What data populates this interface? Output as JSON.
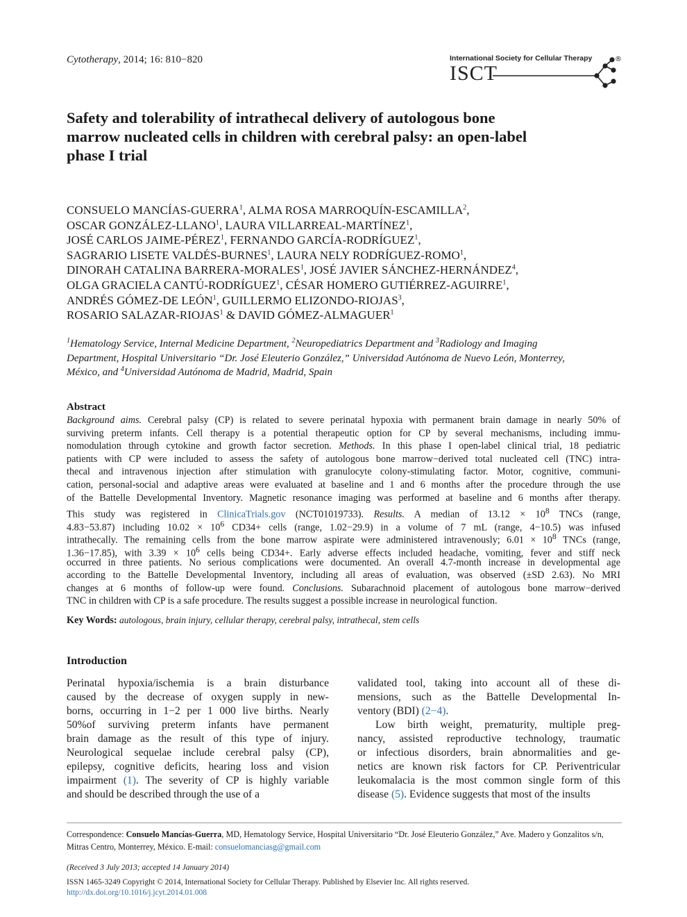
{
  "header": {
    "journal_name": "Cytotherapy",
    "journal_citation": ", 2014; 16: 810−820",
    "logo_top_text": "International Society for Cellular Therapy",
    "logo_abbrev": "ISCT",
    "logo_mark": "®"
  },
  "title_lines": [
    "Safety and tolerability of intrathecal delivery of autologous bone",
    "marrow nucleated cells in children with cerebral palsy: an open-label",
    "phase I trial"
  ],
  "author_lines": [
    [
      {
        "t": "CONSUELO MANCÍAS-GUERRA",
        "s": "1"
      },
      {
        "t": ", ALMA ROSA MARROQUÍN-ESCAMILLA",
        "s": "2"
      },
      {
        "t": ",",
        "s": ""
      }
    ],
    [
      {
        "t": "OSCAR GONZÁLEZ-LLANO",
        "s": "1"
      },
      {
        "t": ", LAURA VILLARREAL-MARTÍNEZ",
        "s": "1"
      },
      {
        "t": ",",
        "s": ""
      }
    ],
    [
      {
        "t": "JOSÉ CARLOS JAIME-PÉREZ",
        "s": "1"
      },
      {
        "t": ", FERNANDO GARCÍA-RODRÍGUEZ",
        "s": "1"
      },
      {
        "t": ",",
        "s": ""
      }
    ],
    [
      {
        "t": "SAGRARIO LISETE VALDÉS-BURNES",
        "s": "1"
      },
      {
        "t": ", LAURA NELY RODRÍGUEZ-ROMO",
        "s": "1"
      },
      {
        "t": ",",
        "s": ""
      }
    ],
    [
      {
        "t": "DINORAH CATALINA BARRERA-MORALES",
        "s": "1"
      },
      {
        "t": ", JOSÉ JAVIER SÁNCHEZ-HERNÁNDEZ",
        "s": "4"
      },
      {
        "t": ",",
        "s": ""
      }
    ],
    [
      {
        "t": "OLGA GRACIELA CANTÚ-RODRÍGUEZ",
        "s": "1"
      },
      {
        "t": ", CÉSAR HOMERO GUTIÉRREZ-AGUIRRE",
        "s": "1"
      },
      {
        "t": ",",
        "s": ""
      }
    ],
    [
      {
        "t": "ANDRÉS GÓMEZ-DE LEÓN",
        "s": "1"
      },
      {
        "t": ", GUILLERMO ELIZONDO-RIOJAS",
        "s": "3"
      },
      {
        "t": ",",
        "s": ""
      }
    ],
    [
      {
        "t": "ROSARIO SALAZAR-RIOJAS",
        "s": "1"
      },
      {
        "t": " & DAVID GÓMEZ-ALMAGUER",
        "s": "1"
      }
    ]
  ],
  "affiliation_lines": [
    [
      {
        "s": "1",
        "t": "Hematology Service, Internal Medicine Department, "
      },
      {
        "s": "2",
        "t": "Neuropediatrics Department and "
      },
      {
        "s": "3",
        "t": "Radiology and Imaging"
      }
    ],
    [
      {
        "s": "",
        "t": "Department, Hospital Universitario “Dr. José Eleuterio González,” Universidad Autónoma de Nuevo León, Monterrey,"
      }
    ],
    [
      {
        "s": "",
        "t": "México, and "
      },
      {
        "s": "4",
        "t": "Universidad Autónoma de Madrid, Madrid, Spain"
      }
    ]
  ],
  "abstract_heading": "Abstract",
  "abstract_lines": [
    [
      {
        "k": "i",
        "t": "Background aims."
      },
      {
        "k": "n",
        "t": " Cerebral palsy (CP) is related to severe perinatal hypoxia with permanent brain damage in nearly 50% of"
      }
    ],
    [
      {
        "k": "n",
        "t": "surviving preterm infants. Cell therapy is a potential therapeutic option for CP by several mechanisms, including immu-"
      }
    ],
    [
      {
        "k": "n",
        "t": "nomodulation through cytokine and growth factor secretion. "
      },
      {
        "k": "i",
        "t": "Methods."
      },
      {
        "k": "n",
        "t": " In this phase I open-label clinical trial, 18 pediatric"
      }
    ],
    [
      {
        "k": "n",
        "t": "patients with CP were included to assess the safety of autologous bone marrow−derived total nucleated cell (TNC) intra-"
      }
    ],
    [
      {
        "k": "n",
        "t": "thecal and intravenous injection after stimulation with granulocyte colony-stimulating factor. Motor, cognitive, communi-"
      }
    ],
    [
      {
        "k": "n",
        "t": "cation, personal-social and adaptive areas were evaluated at baseline and 1 and 6 months after the procedure through the use"
      }
    ],
    [
      {
        "k": "n",
        "t": "of the Battelle Developmental Inventory. Magnetic resonance imaging was performed at baseline and 6 months after therapy."
      }
    ],
    [
      {
        "k": "n",
        "t": "This study was registered in "
      },
      {
        "k": "a",
        "t": "ClinicaTrials.gov"
      },
      {
        "k": "n",
        "t": " (NCT01019733). "
      },
      {
        "k": "i",
        "t": "Results."
      },
      {
        "k": "n",
        "t": " A median of 13.12 × 10"
      },
      {
        "k": "s",
        "t": "8"
      },
      {
        "k": "n",
        "t": " TNCs (range,"
      }
    ],
    [
      {
        "k": "n",
        "t": "4.83−53.87) including 10.02 × 10"
      },
      {
        "k": "s",
        "t": "6"
      },
      {
        "k": "n",
        "t": " CD34+ cells (range, 1.02−29.9) in a volume of 7 mL (range, 4−10.5) was infused"
      }
    ],
    [
      {
        "k": "n",
        "t": "intrathecally. The remaining cells from the bone marrow aspirate were administered intravenously; 6.01 × 10"
      },
      {
        "k": "s",
        "t": "8"
      },
      {
        "k": "n",
        "t": " TNCs (range,"
      }
    ],
    [
      {
        "k": "n",
        "t": "1.36−17.85), with 3.39 × 10"
      },
      {
        "k": "s",
        "t": "6"
      },
      {
        "k": "n",
        "t": " cells being CD34+. Early adverse effects included headache, vomiting, fever and stiff neck"
      }
    ],
    [
      {
        "k": "n",
        "t": "occurred in three patients. No serious complications were documented. An overall 4.7-month increase in developmental age"
      }
    ],
    [
      {
        "k": "n",
        "t": "according to the Battelle Developmental Inventory, including all areas of evaluation, was observed (±SD 2.63). No MRI"
      }
    ],
    [
      {
        "k": "n",
        "t": "changes at 6 months of follow-up were found. "
      },
      {
        "k": "i",
        "t": "Conclusions."
      },
      {
        "k": "n",
        "t": " Subarachnoid placement of autologous bone marrow−derived"
      }
    ],
    [
      {
        "k": "n",
        "t": "TNC in children with CP is a safe procedure. The results suggest a possible increase in neurological function."
      }
    ]
  ],
  "keywords": {
    "label": "Key Words:",
    "terms": " autologous, brain injury, cellular therapy, cerebral palsy, intrathecal, stem cells"
  },
  "intro_heading": "Introduction",
  "col1_lines": [
    [
      {
        "k": "n",
        "t": "Perinatal hypoxia/ischemia is a brain disturbance"
      }
    ],
    [
      {
        "k": "n",
        "t": "caused by the decrease of oxygen supply in new-"
      }
    ],
    [
      {
        "k": "n",
        "t": "borns, occurring in 1−2 per 1 000 live births. Nearly"
      }
    ],
    [
      {
        "k": "n",
        "t": "50%of surviving preterm infants have permanent"
      }
    ],
    [
      {
        "k": "n",
        "t": "brain damage as the result of this type of injury."
      }
    ],
    [
      {
        "k": "n",
        "t": "Neurological sequelae include cerebral palsy (CP),"
      }
    ],
    [
      {
        "k": "n",
        "t": "epilepsy, cognitive deficits, hearing loss and vision"
      }
    ],
    [
      {
        "k": "n",
        "t": "impairment "
      },
      {
        "k": "a",
        "t": "(1)"
      },
      {
        "k": "n",
        "t": ". The severity of CP is highly variable"
      }
    ],
    [
      {
        "k": "n",
        "t": "and should be described through the use of a"
      }
    ]
  ],
  "col2_lines": [
    [
      {
        "k": "n",
        "t": "validated tool, taking into account all of these di-"
      }
    ],
    [
      {
        "k": "n",
        "t": "mensions, such as the Battelle Developmental In-"
      }
    ],
    [
      {
        "k": "n",
        "t": "ventory (BDI) "
      },
      {
        "k": "a",
        "t": "(2−4)"
      },
      {
        "k": "n",
        "t": "."
      }
    ],
    [
      {
        "k": "n",
        "t": "Low birth weight, prematurity, multiple preg-"
      }
    ],
    [
      {
        "k": "n",
        "t": "nancy, assisted reproductive technology, traumatic"
      }
    ],
    [
      {
        "k": "n",
        "t": "or infectious disorders, brain abnormalities and ge-"
      }
    ],
    [
      {
        "k": "n",
        "t": "netics are known risk factors for CP. Periventricular"
      }
    ],
    [
      {
        "k": "n",
        "t": "leukomalacia is the most common single form of this"
      }
    ],
    [
      {
        "k": "n",
        "t": "disease "
      },
      {
        "k": "a",
        "t": "(5)"
      },
      {
        "k": "n",
        "t": ". Evidence suggests that most of the insults"
      }
    ]
  ],
  "correspondence": {
    "label": "Correspondence: ",
    "name": "Consuelo Mancías-Guerra",
    "line1_rest": ", MD, Hematology Service, Hospital Universitario “Dr. José Eleuterio González,” Ave. Madero y Gonzalitos s/n,",
    "line2_text": "Mitras Centro, Monterrey, México. E-mail: ",
    "email": "consuelomanciasg@gmail.com"
  },
  "received": "(Received 3 July 2013; accepted 14 January 2014)",
  "issn_line": "ISSN 1465-3249 Copyright © 2014, International Society for Cellular Therapy. Published by Elsevier Inc. All rights reserved.",
  "doi": "http://dx.doi.org/10.1016/j.jcyt.2014.01.008"
}
